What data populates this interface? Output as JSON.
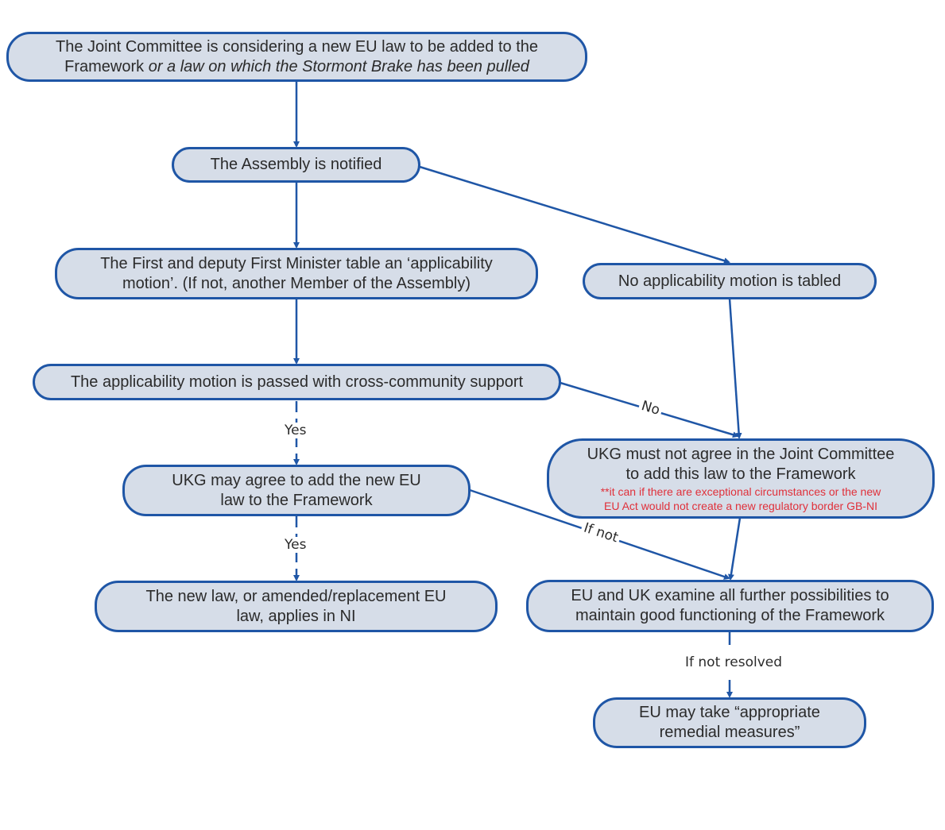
{
  "nodes": {
    "joint_committee": {
      "line1": "The Joint Committee is considering a new EU law to be added to the",
      "line2_plain": "Framework ",
      "line2_italic": "or a law on which the Stormont Brake has been pulled"
    },
    "assembly_notified": "The Assembly is notified",
    "ministers_table": {
      "line1": "The First and deputy First Minister table an ‘applicability",
      "line2": "motion’. (If not, another Member of the Assembly)"
    },
    "no_motion": "No applicability motion is tabled",
    "motion_passed": "The applicability motion is passed with cross-community support",
    "ukg_may_agree": {
      "line1": "UKG may agree to add the new EU",
      "line2": "law to the Framework"
    },
    "ukg_must_not": {
      "line1": "UKG must not agree in the Joint Committee",
      "line2": "to add this law to the Framework",
      "note1": "**it can if there are exceptional circumstances or the new",
      "note2": "EU Act would not create a new regulatory border GB-NI"
    },
    "new_law_applies": {
      "line1": "The new law, or amended/replacement EU",
      "line2": "law, applies in NI"
    },
    "eu_uk_examine": {
      "line1": "EU and UK examine all further possibilities to",
      "line2": "maintain good functioning of the Framework"
    },
    "eu_remedial": {
      "line1": "EU may take “appropriate",
      "line2": "remedial measures”"
    }
  },
  "edge_labels": {
    "yes_1": "Yes",
    "no": "No",
    "yes_2": "Yes",
    "if_not": "If not",
    "if_not_resolved": "If not resolved"
  },
  "colors": {
    "node_fill": "#d6dde8",
    "node_border": "#1f56a6",
    "arrow": "#1f56a6",
    "note_text": "#e0303a",
    "text": "#2b2b2b"
  }
}
